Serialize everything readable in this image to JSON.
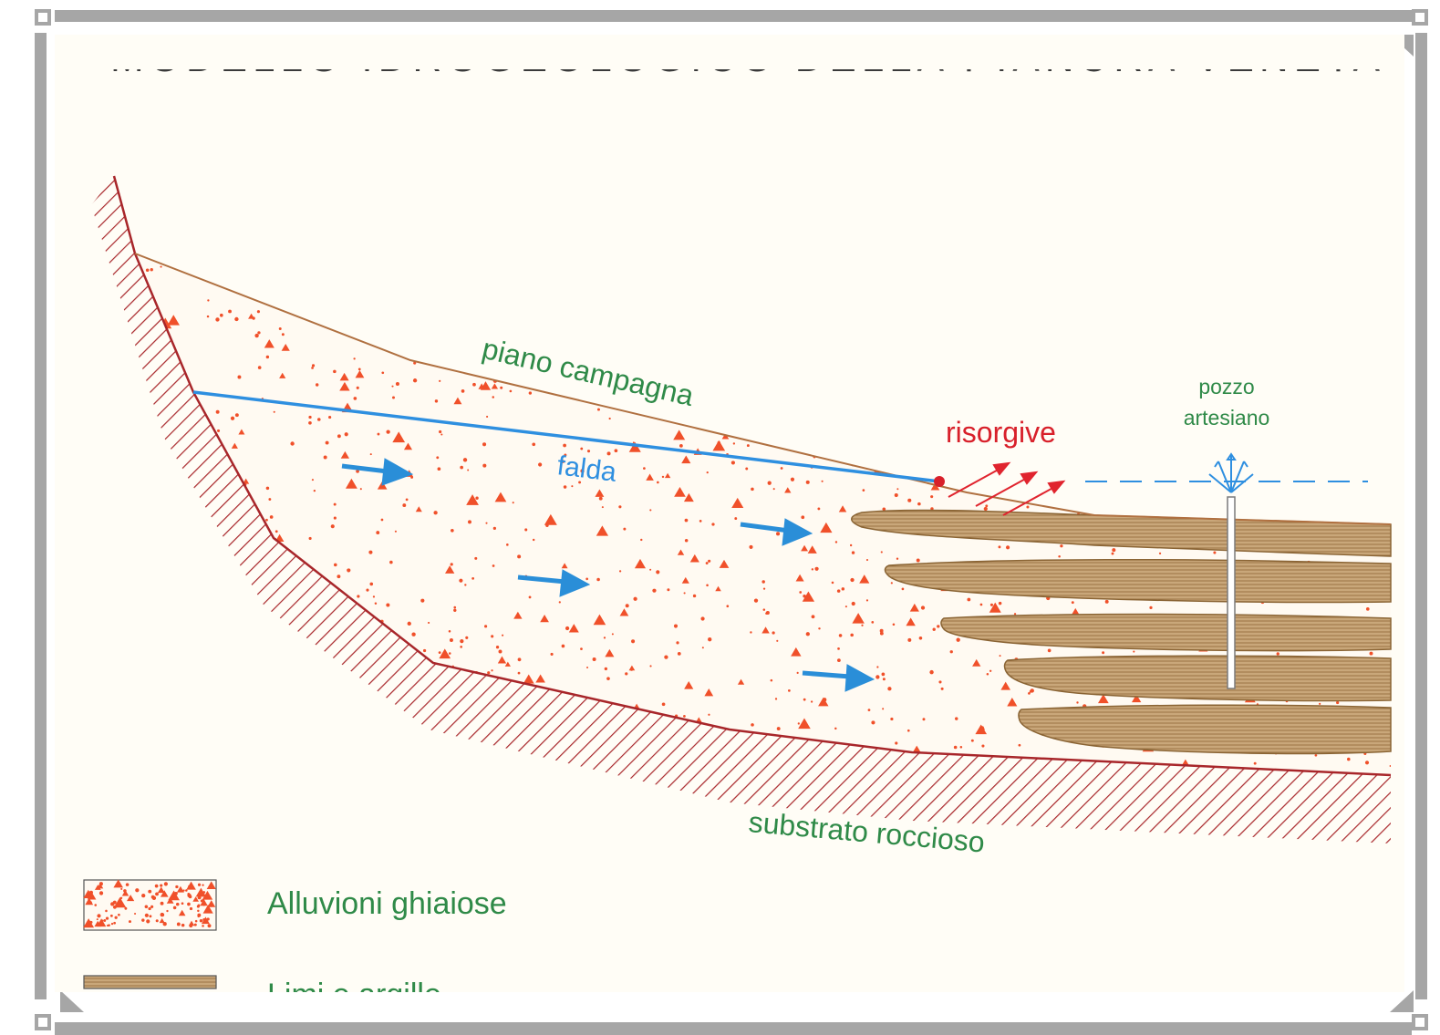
{
  "window": {
    "title_partial": "MODELLO IDROGEOLOGICO DELLA PIANURA VENETA"
  },
  "diagram": {
    "labels": {
      "ground_surface": "piano campagna",
      "water_table": "falda",
      "springs": "risorgive",
      "well_line1": "pozzo",
      "well_line2": "artesiano",
      "bedrock": "substrato roccioso"
    },
    "legend": [
      {
        "label": "Alluvioni ghiaiose"
      },
      {
        "label": "Limi e argille"
      }
    ],
    "colors": {
      "gravel_dots": "#f0502a",
      "bedrock_hatch": "#a8262a",
      "clay_layers": "#b48a55",
      "water_table": "#2e8fe0",
      "flow_arrows": "#2a8ed8",
      "spring_arrows": "#e0242e",
      "label_green": "#2f8a48",
      "surface_line": "#b07040"
    },
    "icons": {
      "flow_arrow": "right-arrow-icon",
      "spring_arrow": "diagonal-arrow-icon",
      "spring_point": "red-dot-icon"
    }
  }
}
